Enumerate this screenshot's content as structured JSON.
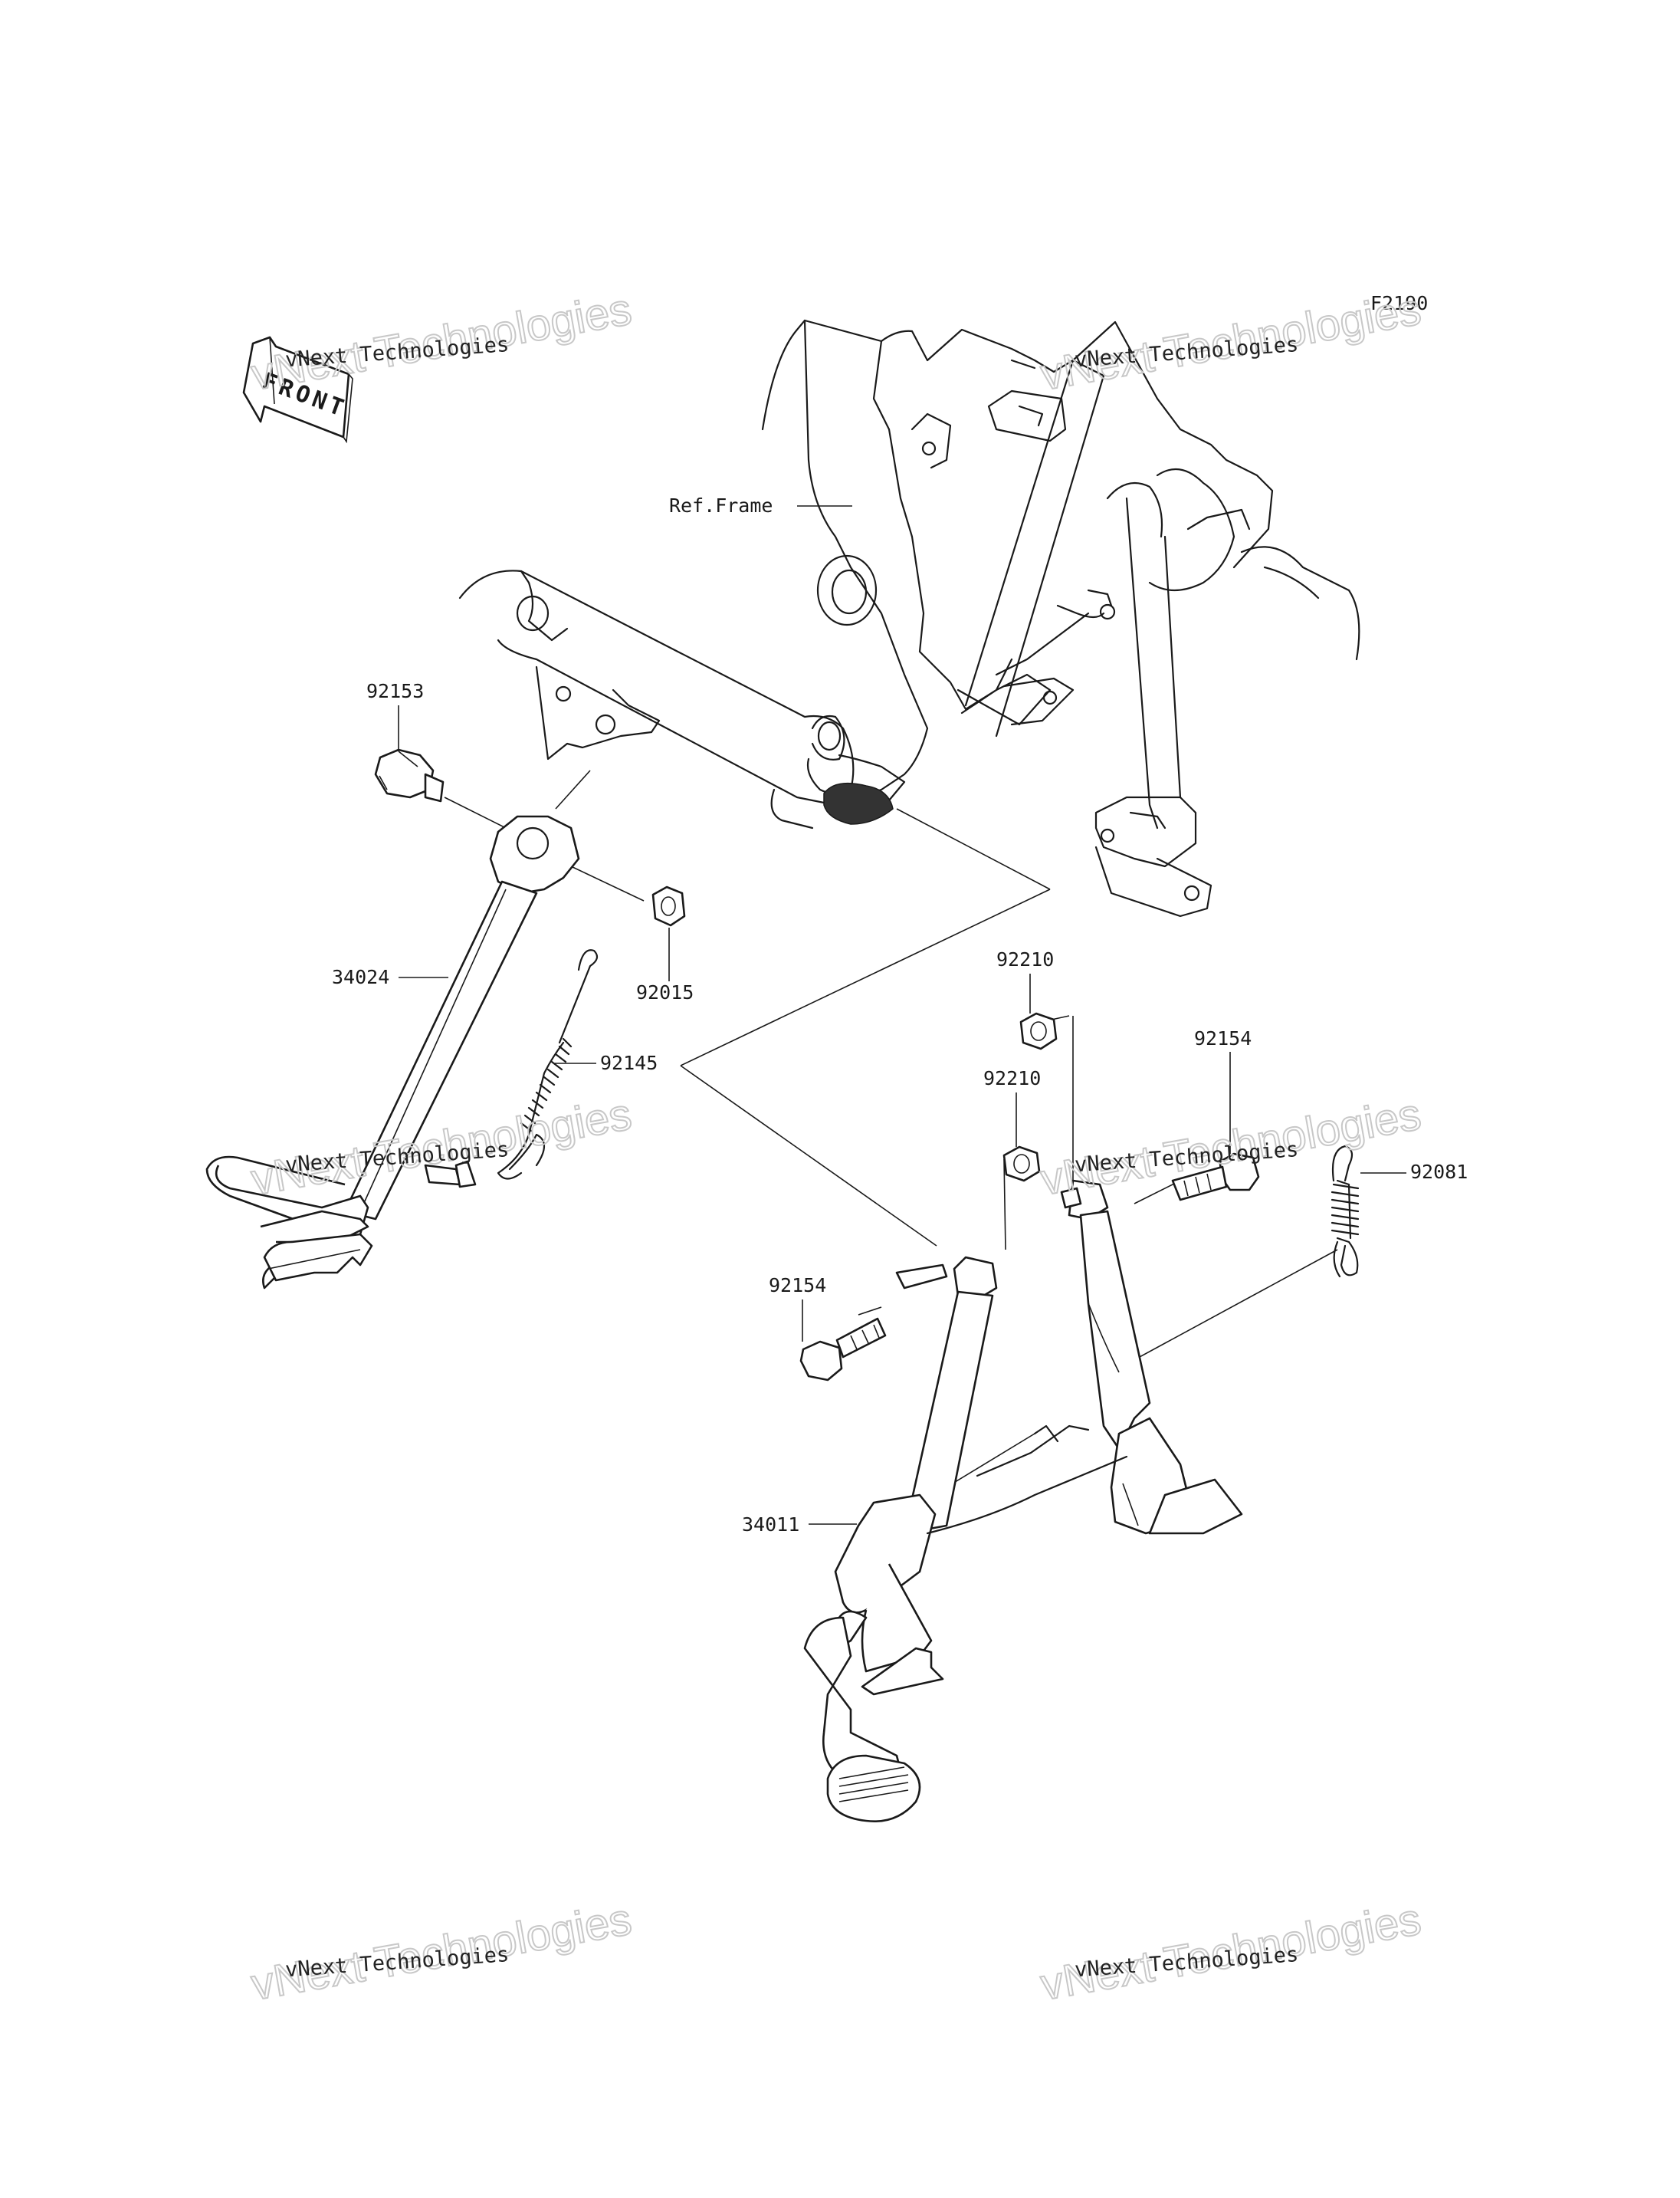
{
  "diagram_code": "F2190",
  "front_label": "FRONT",
  "reference_label": "Ref.Frame",
  "parts": [
    {
      "number": "92153"
    },
    {
      "number": "92015"
    },
    {
      "number": "34024"
    },
    {
      "number": "92145"
    },
    {
      "number": "92210"
    },
    {
      "number": "92210"
    },
    {
      "number": "92154"
    },
    {
      "number": "92154"
    },
    {
      "number": "92081"
    },
    {
      "number": "34011"
    }
  ],
  "watermarks": [
    {
      "line1": "vNext Technologies",
      "line2": "vNext Technologies"
    },
    {
      "line1": "vNext Technologies",
      "line2": "vNext Technologies"
    },
    {
      "line1": "vNext Technologies",
      "line2": "vNext Technologies"
    },
    {
      "line1": "vNext Technologies",
      "line2": "vNext Technologies"
    },
    {
      "line1": "vNext Technologies",
      "line2": "vNext Technologies"
    },
    {
      "line1": "vNext Technologies",
      "line2": "vNext Technologies"
    }
  ]
}
